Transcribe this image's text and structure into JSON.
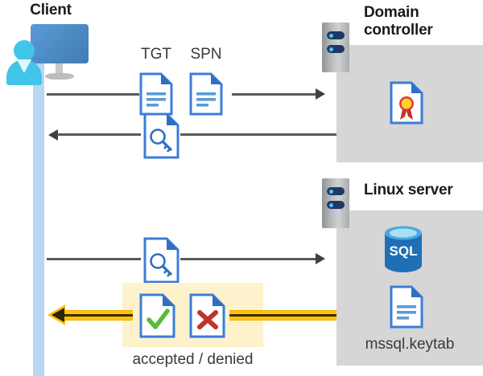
{
  "diagram": {
    "title": "Kerberos authentication flow between client, domain controller and Linux server",
    "colors": {
      "lifeline": "#b9d6f2",
      "panel_gray": "#d6d6d6",
      "highlight_yellow": "#fdf2cc",
      "arrow_yellow": "#ffc20e",
      "connector_gray": "#595959",
      "doc_blue": "#3b7dd8",
      "doc_fold_blue": "#2f6fc4",
      "accept_green": "#5bb93f",
      "deny_red": "#c0342b",
      "sql_blue": "#1f6fb5",
      "rack_navy": "#1f3864",
      "rack_dot_cyan": "#4fc3f7",
      "seal_gold": "#ffd12e",
      "seal_red": "#c0342b",
      "text_dark": "#1a1a1a",
      "text_gray": "#3a3a3a"
    }
  },
  "actors": {
    "client": {
      "label": "Client",
      "icon": "user-at-monitor-icon"
    },
    "domain_controller": {
      "label_line1": "Domain",
      "label_line2": "controller",
      "icon": "server-rack-icon",
      "contents": [
        {
          "name": "certificate-document-icon",
          "label": ""
        }
      ]
    },
    "linux_server": {
      "label": "Linux server",
      "icon": "server-rack-icon",
      "contents": [
        {
          "name": "sql-database-icon",
          "label": "SQL"
        },
        {
          "name": "keytab-document-icon",
          "label": "mssql.keytab"
        }
      ]
    }
  },
  "messages": [
    {
      "id": "request",
      "direction": "right",
      "from": "client",
      "to": "domain_controller",
      "tokens": [
        {
          "label": "TGT",
          "icon": "document-icon"
        },
        {
          "label": "SPN",
          "icon": "document-icon"
        }
      ]
    },
    {
      "id": "ticket-response",
      "direction": "left",
      "from": "domain_controller",
      "to": "client",
      "tokens": [
        {
          "label": "",
          "icon": "document-with-key-icon"
        }
      ]
    },
    {
      "id": "service-request",
      "direction": "right",
      "from": "client",
      "to": "linux_server",
      "tokens": [
        {
          "label": "",
          "icon": "document-with-key-icon"
        }
      ]
    },
    {
      "id": "result",
      "direction": "left",
      "from": "linux_server",
      "to": "client",
      "style": "yellow-highlight",
      "caption": "accepted / denied",
      "tokens": [
        {
          "label": "accepted",
          "icon": "document-check-icon"
        },
        {
          "label": "denied",
          "icon": "document-cross-icon"
        }
      ]
    }
  ]
}
